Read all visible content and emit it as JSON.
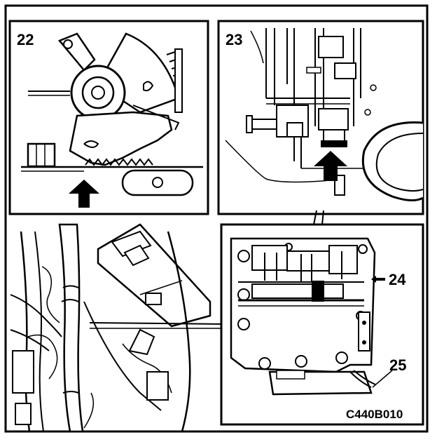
{
  "colors": {
    "ink": "#000000",
    "paper": "#ffffff"
  },
  "panels": {
    "p22": {
      "number": "22"
    },
    "p23": {
      "number": "23"
    },
    "p24": {
      "number": ""
    }
  },
  "callouts": {
    "c24": "24",
    "c25": "25"
  },
  "figure_code": "C440B010",
  "icons": [
    "arrow-up-icon",
    "arrow-up-icon",
    "arrow-left-icon"
  ]
}
